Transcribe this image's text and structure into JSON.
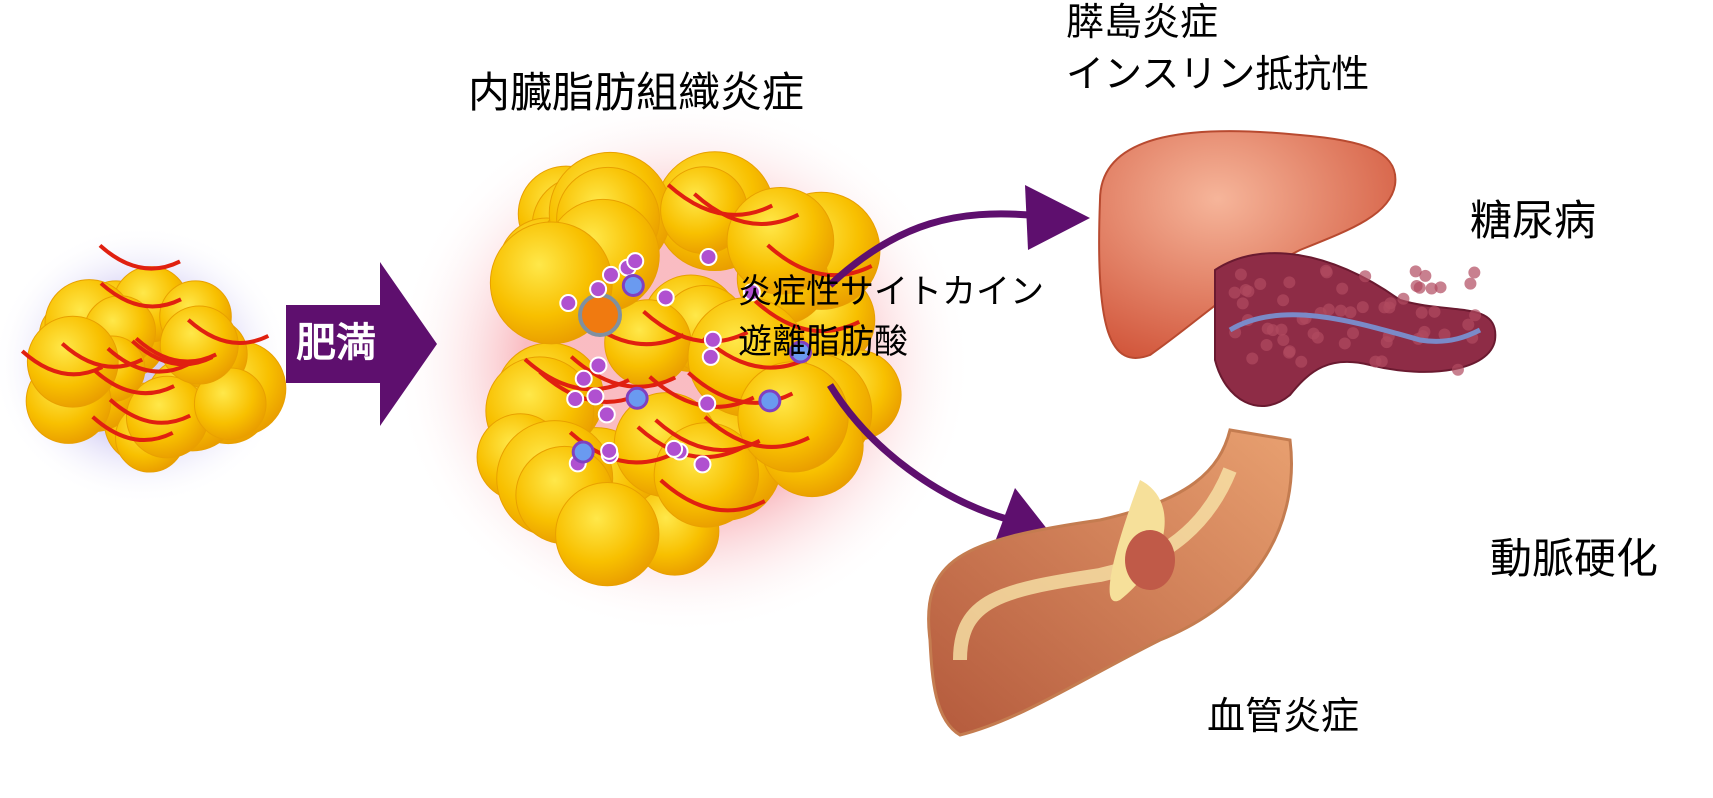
{
  "labels": {
    "visceral_inflammation": "内臓脂肪組織炎症",
    "islet_inflammation": "膵島炎症",
    "insulin_resistance": "インスリン抵抗性",
    "diabetes": "糖尿病",
    "obesity": "肥満",
    "cytokines": "炎症性サイトカイン",
    "free_fatty_acids": "遊離脂肪酸",
    "atherosclerosis": "動脈硬化",
    "vascular_inflammation": "血管炎症"
  },
  "colors": {
    "arrow": "#5e0f6e",
    "fat": "#f5b400",
    "vessel": "#e04020",
    "liver": "#e8866a",
    "pancreas": "#8e2c46"
  }
}
